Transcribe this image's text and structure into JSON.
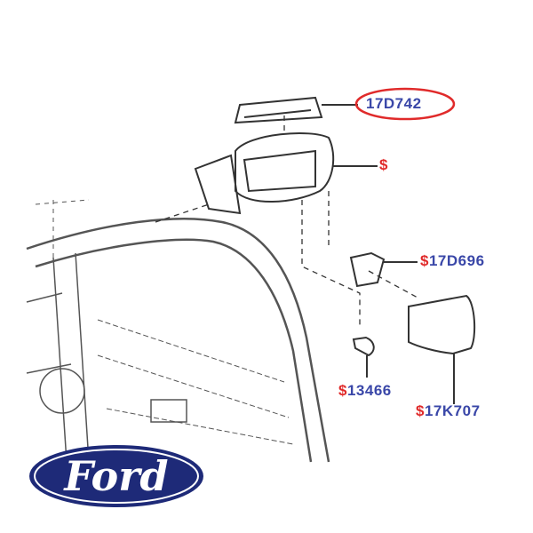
{
  "callouts": [
    {
      "prefix": "",
      "part": "17D742",
      "highlighted": true
    },
    {
      "prefix": "$",
      "part": ""
    },
    {
      "prefix": "$",
      "part": "17D696"
    },
    {
      "prefix": "$",
      "part": "13466"
    },
    {
      "prefix": "$",
      "part": "17K707"
    }
  ],
  "logo": {
    "text": "Ford",
    "color": "#1e2a78"
  },
  "colors": {
    "part_number": "#3a47a8",
    "prefix": "#e02a2a",
    "highlight": "#e02a2a"
  }
}
